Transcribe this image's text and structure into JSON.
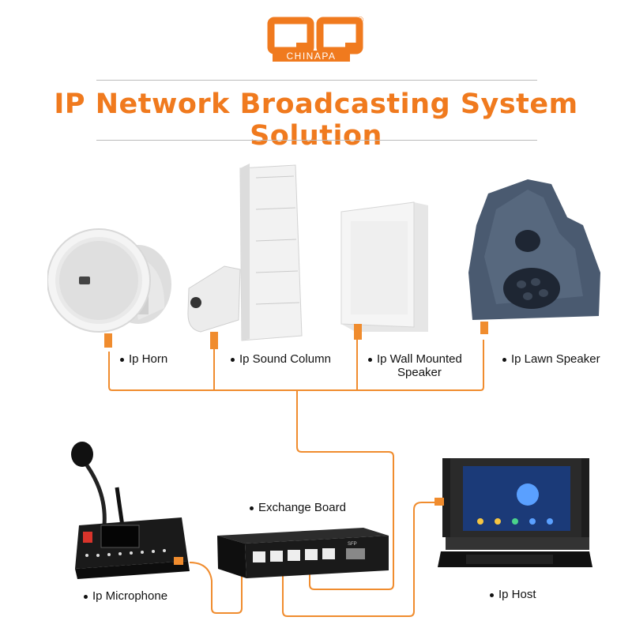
{
  "logo": {
    "mark": "QQ",
    "brand": "CHINAPA",
    "registered": "®"
  },
  "title": "IP Network Broadcasting System Solution",
  "devices": {
    "horn": "Ip Horn",
    "sound_column": "Ip Sound Column",
    "wall_speaker_line1": "Ip Wall Mounted",
    "wall_speaker_line2": "Speaker",
    "lawn_speaker": "Ip Lawn Speaker",
    "exchange_board": "Exchange Board",
    "microphone": "Ip Microphone",
    "host": "Ip Host"
  },
  "switch_panel": {
    "port_label": "SFP"
  },
  "colors": {
    "accent": "#f07a1e",
    "cable": "#f08c2e",
    "device_dark": "#1a1a1a"
  }
}
